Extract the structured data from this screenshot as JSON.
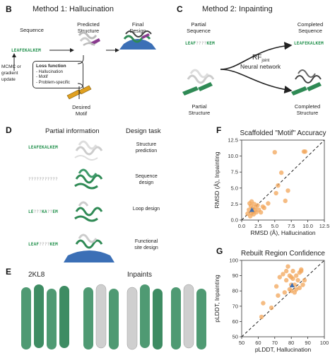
{
  "panels": {
    "B": "B",
    "C": "C",
    "D": "D",
    "E": "E",
    "F": "F",
    "G": "G"
  },
  "method1": {
    "title": "Method 1: Hallucination",
    "sequence_label": "Sequence",
    "sequence": "LEAFEKALKEM",
    "predicted_label": "Predicted\nStructure",
    "final_label": "Final\nDesign",
    "mcmc_label": "MCMC or\ngradient\nupdate",
    "loss_title": "Loss function",
    "loss_items": [
      "- Hallucination",
      "- Motif",
      "- Problem-specific"
    ],
    "desired_label": "Desired\nMotif"
  },
  "method2": {
    "title": "Method 2: Inpainting",
    "partial_seq_label": "Partial\nSequence",
    "partial_seq_left": "LEAF",
    "partial_seq_mask": "????",
    "partial_seq_right": "KEM",
    "rf_label": "RF",
    "rf_sub": "joint",
    "nn_label": "Neural network",
    "completed_seq_label": "Completed\nSequence",
    "completed_seq": "LEAFEKALKEM",
    "partial_struct_label": "Partial\nStructure",
    "completed_struct_label": "Completed\nStructure"
  },
  "panelD": {
    "header_left": "Partial information",
    "header_right": "Design task",
    "rows": [
      {
        "seq": [
          {
            "t": "LEAFEKALKEM",
            "m": false
          }
        ],
        "task": "Structure\nprediction"
      },
      {
        "seq": [
          {
            "t": "???????????",
            "m": true
          }
        ],
        "task": "Sequence\ndesign"
      },
      {
        "seq": [
          {
            "t": "LE",
            "m": false
          },
          {
            "t": "???",
            "m": true
          },
          {
            "t": "KA",
            "m": false
          },
          {
            "t": "??",
            "m": true
          },
          {
            "t": "EM",
            "m": false
          }
        ],
        "task": "Loop design"
      },
      {
        "seq": [
          {
            "t": "LEAF",
            "m": false
          },
          {
            "t": "????",
            "m": true
          },
          {
            "t": "KEM",
            "m": false
          }
        ],
        "task": "Functional\nsite design"
      }
    ]
  },
  "panelE": {
    "left_label": "2KL8",
    "right_label": "Inpaints"
  },
  "colors": {
    "green": "#3e9a6a",
    "grey": "#c9c9c9",
    "orange": "#f2a65a",
    "blue": "#3b6fb6",
    "purple": "#8a3a8f",
    "yellow": "#e0a020"
  },
  "chart_data": [
    {
      "type": "scatter",
      "title": "Scaffolded \"Motif\" Accuracy",
      "xlabel": "RMSD (Å), Hallucination",
      "ylabel": "RMSD (Å), Inpainting",
      "xlim": [
        0,
        12.5
      ],
      "ylim": [
        0,
        12.5
      ],
      "xticks": [
        "0.0",
        "2.5",
        "5.0",
        "7.5",
        "10.0",
        "12.5"
      ],
      "yticks": [
        "0.0",
        "2.5",
        "5.0",
        "7.5",
        "10.0",
        "12.5"
      ],
      "diagonal": true,
      "points": [
        [
          0.9,
          1.0
        ],
        [
          1.1,
          1.6
        ],
        [
          1.3,
          0.6
        ],
        [
          1.4,
          2.2
        ],
        [
          1.5,
          1.1
        ],
        [
          1.6,
          1.8
        ],
        [
          1.7,
          1.3
        ],
        [
          1.8,
          0.9
        ],
        [
          2.0,
          1.5
        ],
        [
          2.1,
          2.0
        ],
        [
          2.2,
          1.2
        ],
        [
          2.4,
          2.3
        ],
        [
          1.2,
          2.6
        ],
        [
          1.9,
          2.5
        ],
        [
          2.6,
          1.6
        ],
        [
          2.9,
          1.2
        ],
        [
          3.2,
          2.1
        ],
        [
          3.4,
          1.9
        ],
        [
          4.0,
          2.6
        ],
        [
          5.0,
          10.6
        ],
        [
          5.2,
          4.2
        ],
        [
          5.5,
          5.4
        ],
        [
          6.0,
          7.4
        ],
        [
          6.6,
          3.0
        ],
        [
          7.0,
          4.6
        ],
        [
          9.4,
          10.7
        ],
        [
          9.6,
          10.7
        ],
        [
          1.5,
          2.9
        ]
      ],
      "highlight": [
        1.55,
        1.55
      ]
    },
    {
      "type": "scatter",
      "title": "Rebuilt Region Confidence",
      "xlabel": "pLDDT, Hallucination",
      "ylabel": "pLDDT, Inpainting",
      "xlim": [
        50,
        100
      ],
      "ylim": [
        50,
        100
      ],
      "xticks": [
        "50",
        "60",
        "70",
        "80",
        "90",
        "100"
      ],
      "yticks": [
        "50",
        "60",
        "70",
        "80",
        "90",
        "100"
      ],
      "diagonal": true,
      "points": [
        [
          62,
          63
        ],
        [
          63,
          72
        ],
        [
          68,
          69
        ],
        [
          71,
          83
        ],
        [
          72,
          77
        ],
        [
          73,
          89
        ],
        [
          75,
          91
        ],
        [
          76,
          79
        ],
        [
          77,
          87
        ],
        [
          77,
          93
        ],
        [
          78,
          96
        ],
        [
          79,
          81
        ],
        [
          79,
          90
        ],
        [
          80,
          84
        ],
        [
          80,
          89
        ],
        [
          81,
          88
        ],
        [
          81,
          93
        ],
        [
          82,
          79
        ],
        [
          82,
          84
        ],
        [
          83,
          81
        ],
        [
          83,
          90
        ],
        [
          84,
          87
        ],
        [
          85,
          82
        ],
        [
          85,
          92
        ],
        [
          86,
          94
        ],
        [
          86,
          93
        ],
        [
          87,
          84
        ],
        [
          88,
          87
        ],
        [
          80,
          80
        ]
      ],
      "highlight": [
        80.5,
        83.5
      ]
    }
  ]
}
